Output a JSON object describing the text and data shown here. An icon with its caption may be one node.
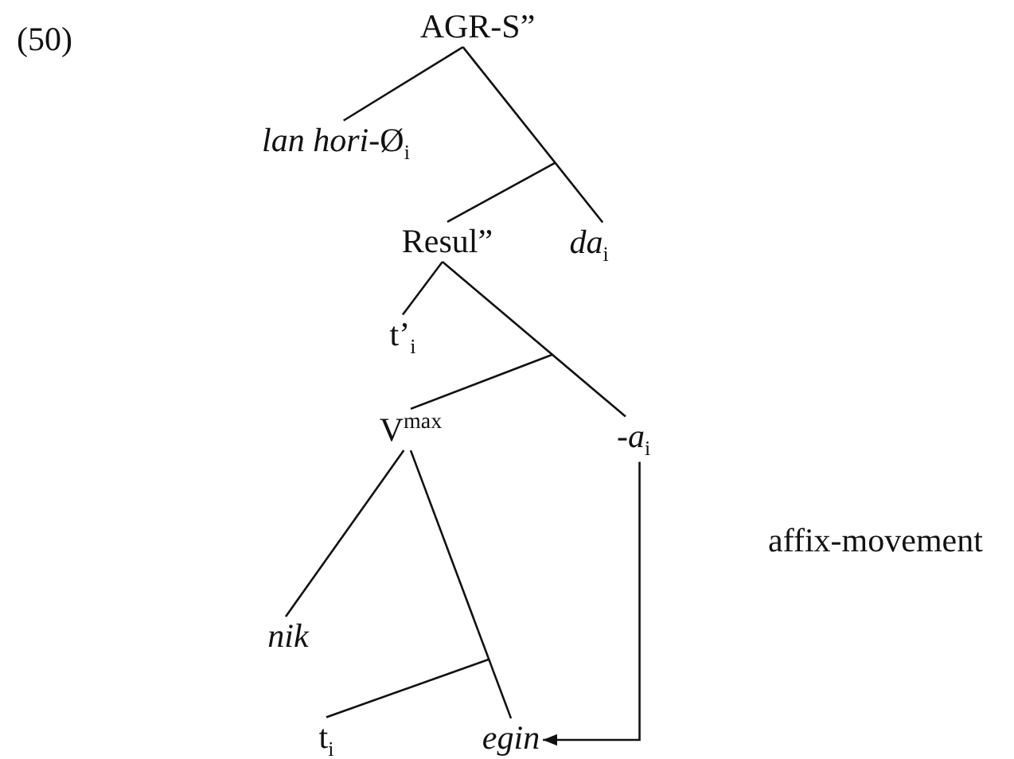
{
  "diagram": {
    "nodes": [
      {
        "text": [
          "AGR-S”"
        ]
      },
      {
        "text": [
          "*lan hori*-Ø$_{i}$"
        ]
      },
      {
        "text": [
          "Resul”"
        ]
      },
      {
        "text": [
          "*da*$_{i}$"
        ]
      },
      {
        "text": [
          "t’$_{i}$"
        ]
      },
      {
        "text": [
          "V$^{max}$"
        ]
      },
      {
        "text": [
          "-*a*$_{i}$"
        ]
      },
      {
        "text": [
          "nik"
        ]
      },
      {
        "text": [
          "t$_{i}$"
        ]
      },
      {
        "text": [
          "egin"
        ]
      }
    ],
    "edges": [
      {
        "from": 0,
        "to": 1,
        "arrow": "none"
      },
      {
        "from": 0,
        "to": 3,
        "arrow": "none"
      },
      {
        "from": null,
        "to": 2,
        "arrow": "none"
      },
      {
        "from": 2,
        "to": 4,
        "arrow": "none"
      },
      {
        "from": 2,
        "to": 6,
        "arrow": "none"
      },
      {
        "from": null,
        "to": 5,
        "arrow": "none"
      },
      {
        "from": 5,
        "to": 7,
        "arrow": "none"
      },
      {
        "from": 5,
        "to": 9,
        "arrow": "none"
      },
      {
        "from": null,
        "to": 8,
        "arrow": "none"
      },
      {
        "from": 6,
        "to": 9,
        "arrow": "to"
      }
    ],
    "labels": [
      "(50)",
      "affix-movement"
    ]
  }
}
